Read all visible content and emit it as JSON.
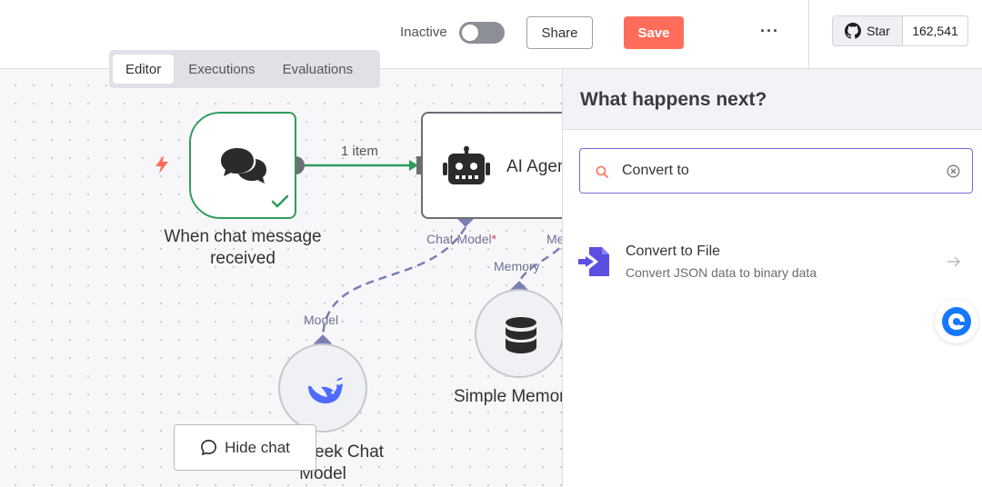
{
  "header": {
    "status_label": "Inactive",
    "share_label": "Share",
    "save_label": "Save",
    "more_label": "···",
    "github": {
      "star_label": "Star",
      "star_count": "162,541"
    }
  },
  "tabs": [
    {
      "label": "Editor",
      "active": true
    },
    {
      "label": "Executions",
      "active": false
    },
    {
      "label": "Evaluations",
      "active": false
    }
  ],
  "workflow": {
    "trigger_node": {
      "label_line1": "When chat message",
      "label_line2": "received",
      "icon": "chat-bubbles-icon",
      "status": "success"
    },
    "connection_label": "1 item",
    "agent_node": {
      "label": "AI Agent",
      "icon": "robot-icon"
    },
    "agent_ports": {
      "chat_model": "Chat Model",
      "required_mark": "*",
      "memory": "Memory"
    },
    "memory_node": {
      "label": "Simple Memory",
      "port_label": "Memory",
      "icon": "database-icon"
    },
    "model_node": {
      "label_line1": "DeepSeek Chat",
      "label_line2": "Model",
      "port_label": "Model",
      "icon": "deepseek-whale-icon"
    },
    "hide_chat_label": "Hide chat"
  },
  "panel": {
    "title": "What happens next?",
    "search_value": "Convert to",
    "results": [
      {
        "title": "Convert to File",
        "description": "Convert JSON data to binary data",
        "icon": "convert-file-icon"
      }
    ]
  },
  "colors": {
    "accent_save": "#ff6d5a",
    "success_green": "#2f9c5b",
    "connector_purple": "#7a7fb5",
    "search_focus": "#7b67d8",
    "convert_icon": "#5b4ee3"
  }
}
